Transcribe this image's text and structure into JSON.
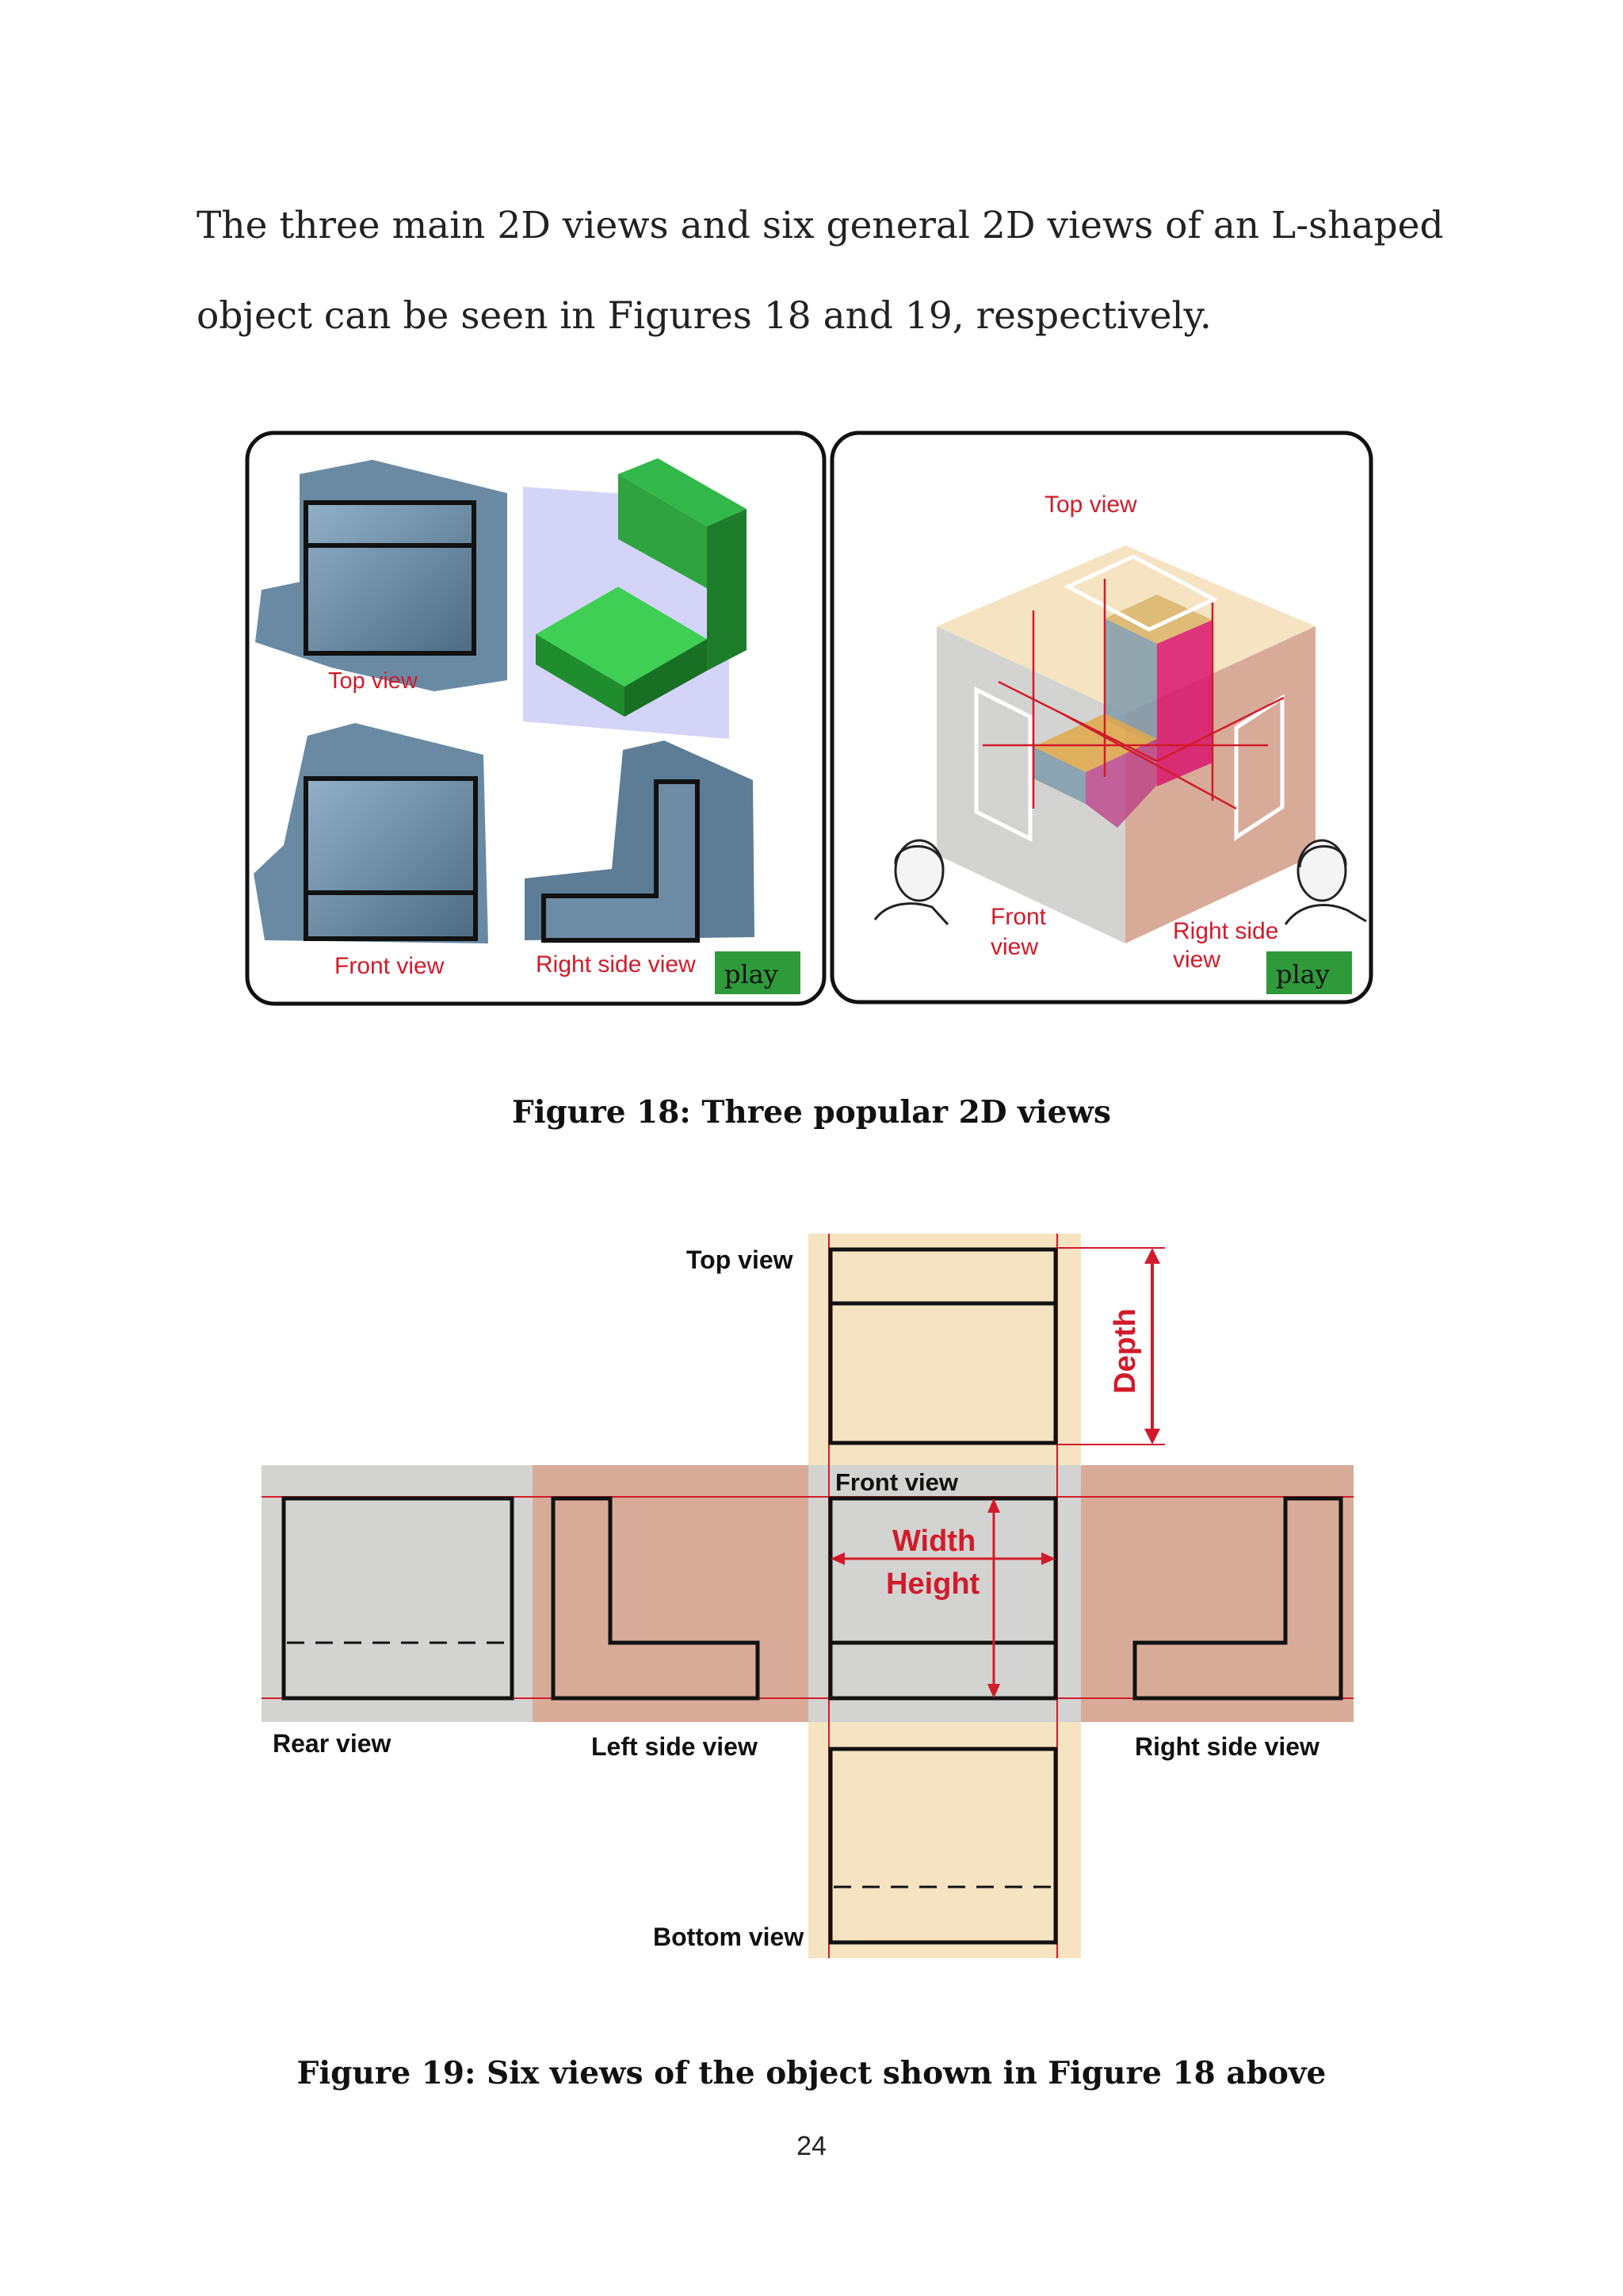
{
  "paragraph": "The three main 2D views and six general 2D views of an L-shaped object can be seen in Figures 18 and 19, respectively.",
  "figure18": {
    "left_panel": {
      "top_view": "Top view",
      "front_view": "Front view",
      "right_side_view": "Right side view",
      "play": "play"
    },
    "right_panel": {
      "top_view": "Top view",
      "front_view_line1": "Front",
      "front_view_line2": "view",
      "right_side_line1": "Right side",
      "right_side_line2": "view",
      "play": "play"
    },
    "caption": "Figure 18: Three popular 2D views"
  },
  "figure19": {
    "top_view": "Top view",
    "front_view": "Front view",
    "rear_view": "Rear view",
    "left_side_view": "Left side view",
    "right_side_view": "Right side view",
    "bottom_view": "Bottom view",
    "depth": "Depth",
    "width": "Width",
    "height": "Height",
    "caption": "Figure 19: Six views of the object shown in Figure 18 above"
  },
  "page_number": "24",
  "colors": {
    "label_red": "#d11b2a",
    "play_green": "#2f9a3a",
    "top_beige": "#f5e3c2",
    "side_salmon": "#d8ab98",
    "gray_panel": "#d3d3d1"
  }
}
